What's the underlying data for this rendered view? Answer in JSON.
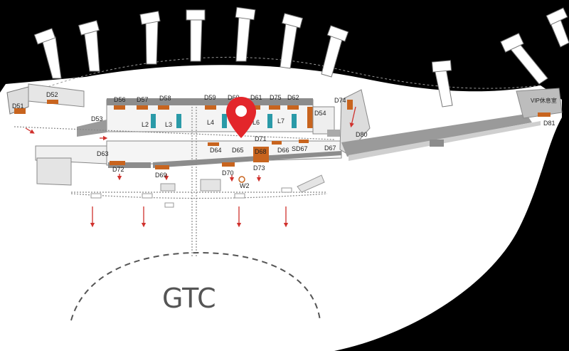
{
  "map": {
    "center_label": "GTC",
    "vip_label": "VIP休息室",
    "marker": {
      "name": "location-pin",
      "near_gate": "D65"
    },
    "gates": [
      "D51",
      "D52",
      "D53",
      "D54",
      "D56",
      "D57",
      "D58",
      "D59",
      "D60",
      "D61",
      "D62",
      "D63",
      "D64",
      "D65",
      "D66",
      "D67",
      "D68",
      "D69",
      "D70",
      "D71",
      "D72",
      "D73",
      "D74",
      "D75",
      "D80",
      "D81",
      "SD67"
    ],
    "lounges": [
      "L2",
      "L3",
      "L4",
      "L6",
      "L7"
    ],
    "facility": "W2"
  },
  "colors": {
    "gate_orange": "#c8641e",
    "marker_red": "#e3262b",
    "arrow_red": "#d0312d",
    "teal": "#2a9aa8",
    "wall_gray": "#7c7c7c"
  }
}
